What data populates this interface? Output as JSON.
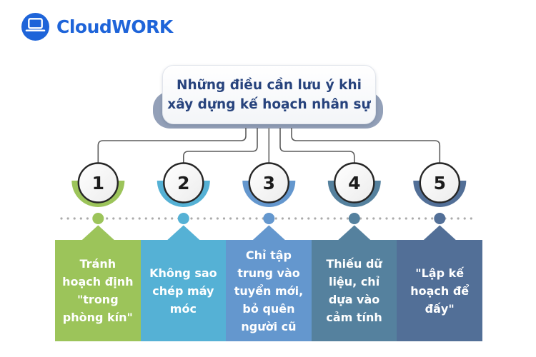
{
  "brand": {
    "name": "CloudWORK",
    "color": "#1e64d9",
    "icon": "laptop-icon"
  },
  "title": {
    "text": "Những điều cần lưu ý khi\nxây dựng kế hoạch nhân sự",
    "text_color": "#27437d",
    "shadow_color": "#93a0b8"
  },
  "timeline": {
    "dotted_line_color": "#ababab",
    "connector_color": "#5c5c5c"
  },
  "steps": [
    {
      "number": "1",
      "label": "Tránh\nhoạch định\n\"trong\nphòng kín\"",
      "color": "#9cc45a"
    },
    {
      "number": "2",
      "label": "Không sao\nchép máy\nmóc",
      "color": "#55b1d5"
    },
    {
      "number": "3",
      "label": "Chỉ tập\ntrung vào\ntuyển mới,\nbỏ quên\nngười cũ",
      "color": "#6497ce"
    },
    {
      "number": "4",
      "label": "Thiếu dữ\nliệu, chỉ\ndựa vào\ncảm tính",
      "color": "#55819e"
    },
    {
      "number": "5",
      "label": "\"Lập kế\nhoạch để\nđấy\"",
      "color": "#526f97"
    }
  ]
}
